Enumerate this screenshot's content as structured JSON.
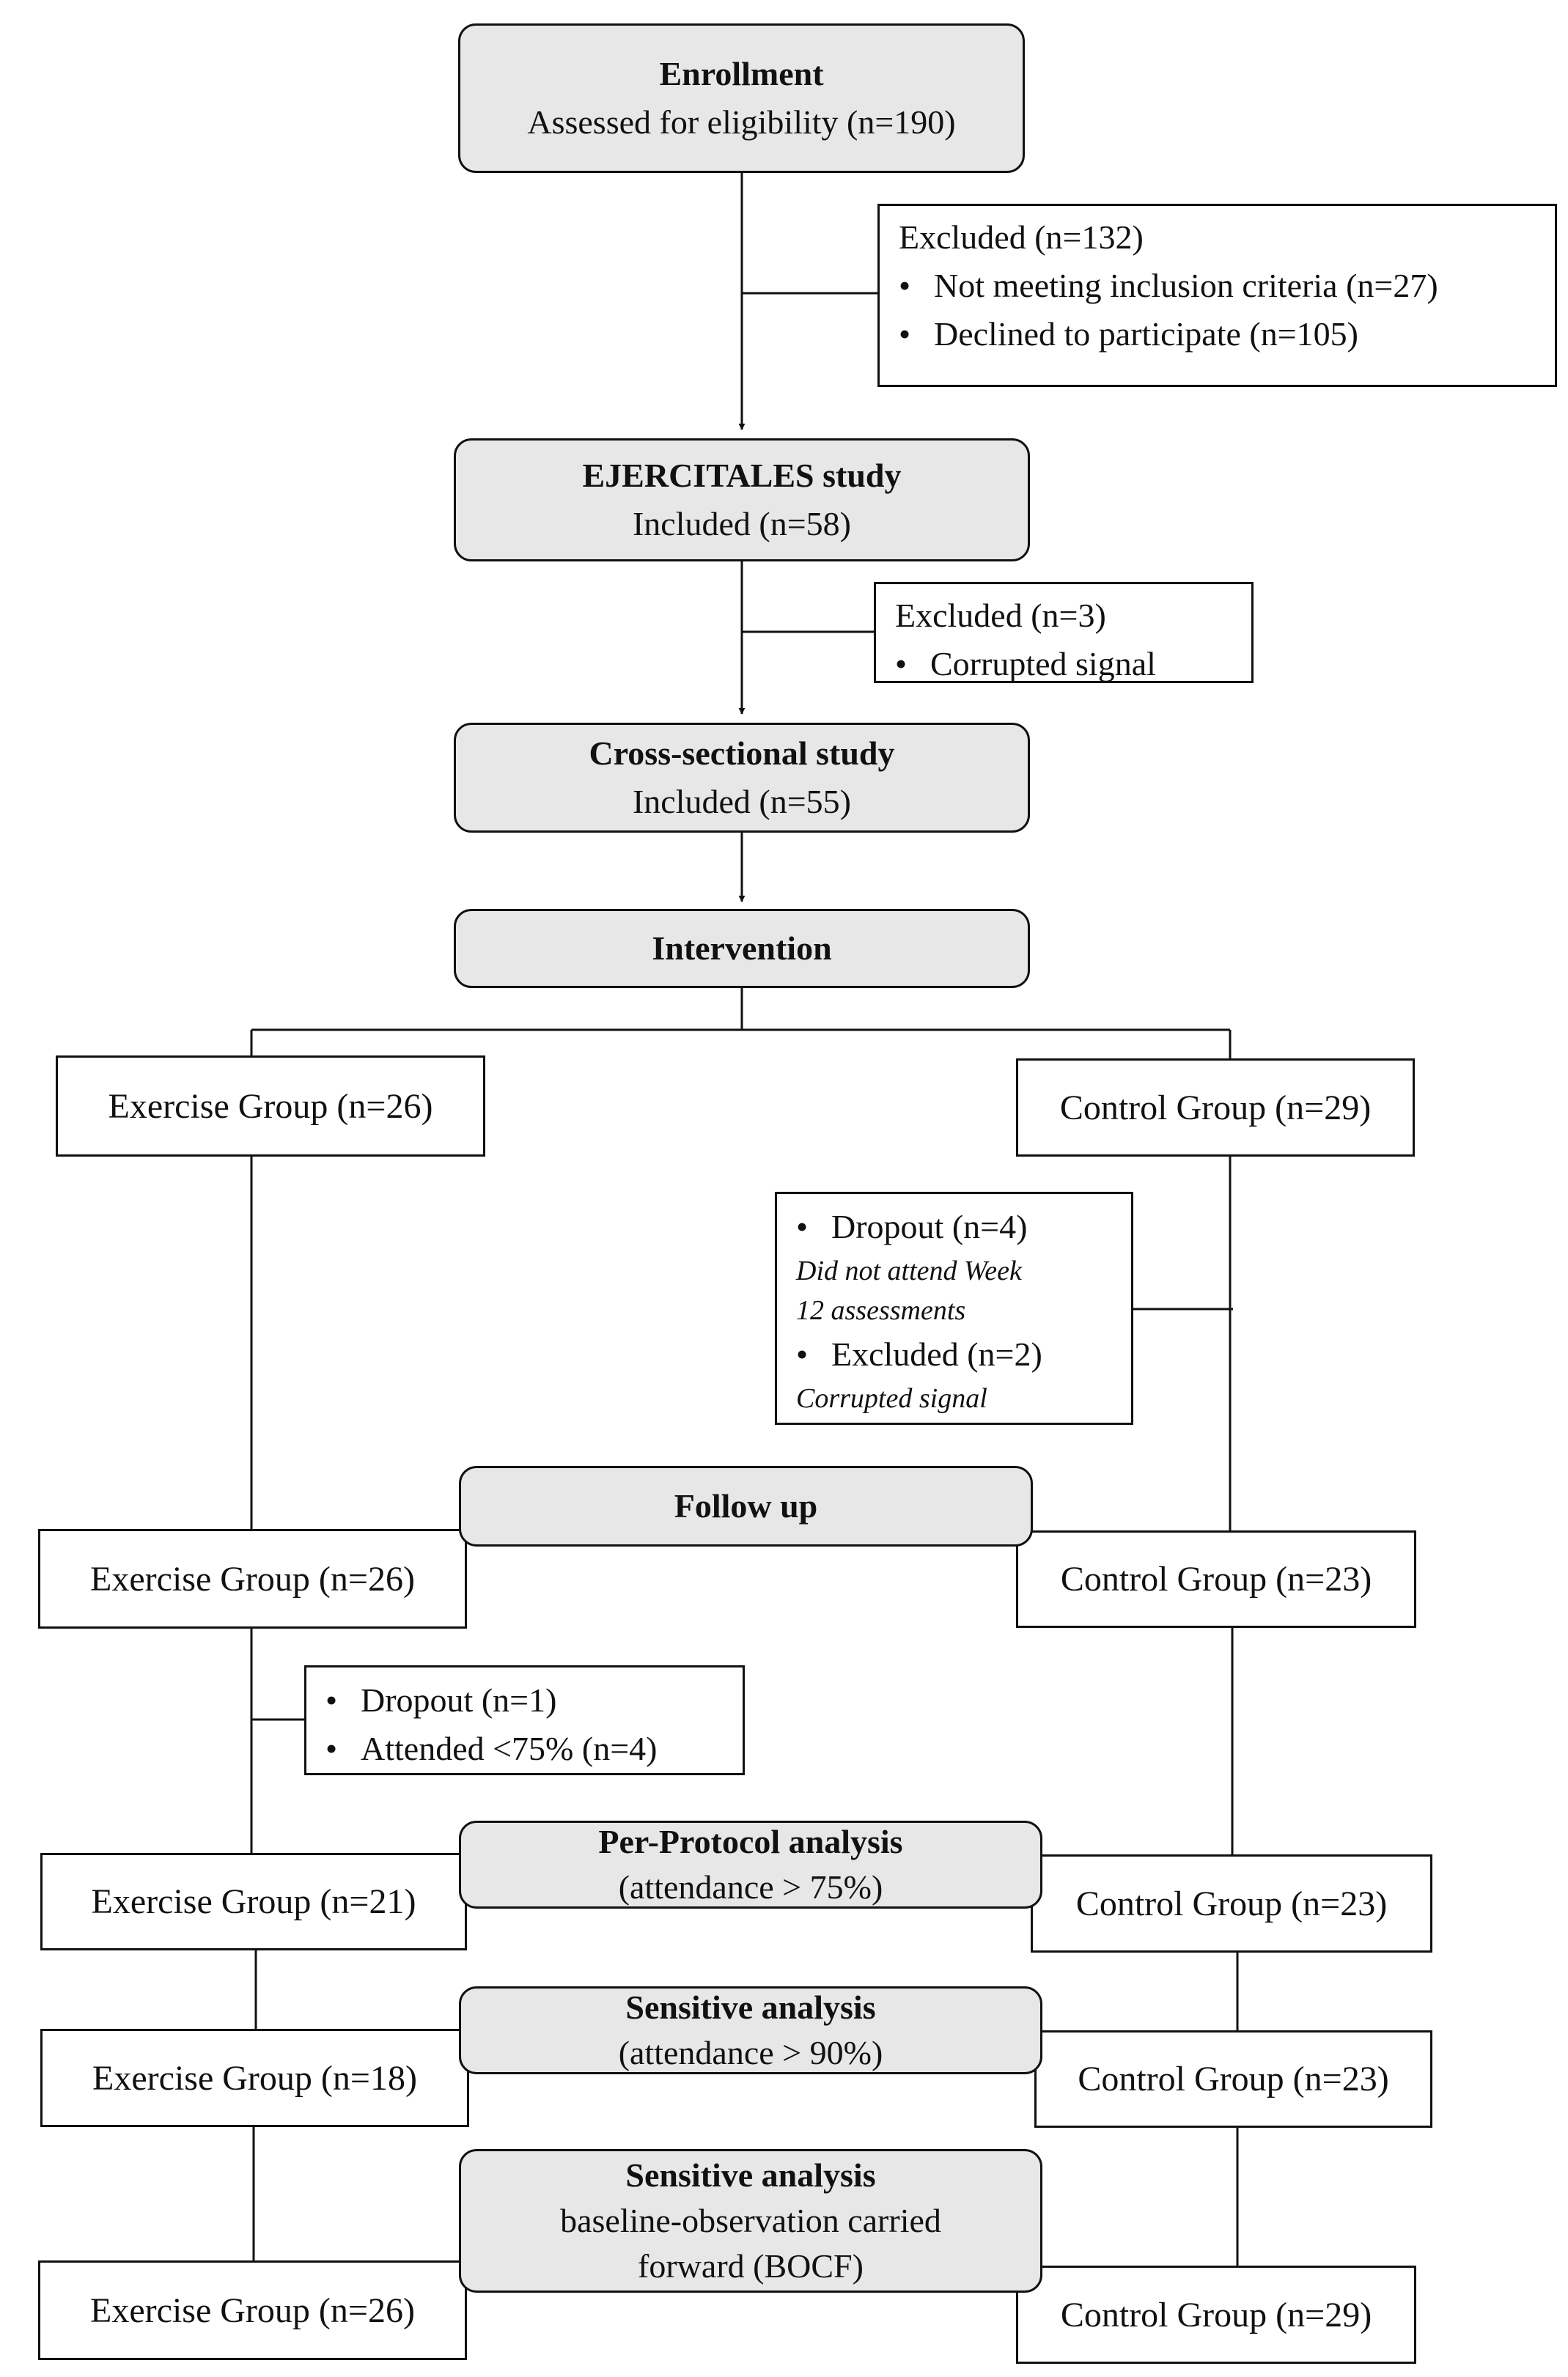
{
  "stages": {
    "enrollment": {
      "title": "Enrollment",
      "subtitle": "Assessed for eligibility (n=190)"
    },
    "ejercitales": {
      "title": "EJERCITALES study",
      "subtitle": "Included (n=58)"
    },
    "cross_sectional": {
      "title": "Cross-sectional study",
      "subtitle": "Included (n=55)"
    },
    "intervention": {
      "title": "Intervention"
    },
    "follow_up": {
      "title": "Follow up"
    },
    "per_protocol": {
      "title": "Per-Protocol analysis",
      "subtitle": "(attendance > 75%)"
    },
    "sensitive_90": {
      "title": "Sensitive analysis",
      "subtitle": "(attendance > 90%)"
    },
    "sensitive_bocf": {
      "title": "Sensitive analysis",
      "line1": "baseline-observation carried",
      "line2": "forward (BOCF)"
    }
  },
  "exclusions": {
    "enrollment": {
      "title": "Excluded (n=132)",
      "items": [
        "Not meeting inclusion criteria (n=27)",
        "Declined to participate (n=105)"
      ]
    },
    "ejercitales": {
      "title": "Excluded (n=3)",
      "items": [
        "Corrupted signal"
      ]
    },
    "control_followup": {
      "dropout": "Dropout (n=4)",
      "dropout_note_1": "Did not attend Week",
      "dropout_note_2": "12 assessments",
      "excluded": "Excluded (n=2)",
      "excluded_note": "Corrupted signal"
    },
    "exercise_per_protocol": {
      "items": [
        "Dropout (n=1)",
        "Attended <75% (n=4)"
      ]
    }
  },
  "groups": {
    "intervention": {
      "exercise": "Exercise Group (n=26)",
      "control": "Control Group (n=29)"
    },
    "follow_up": {
      "exercise": "Exercise Group (n=26)",
      "control": "Control Group (n=23)"
    },
    "per_protocol": {
      "exercise": "Exercise Group (n=21)",
      "control": "Control Group (n=23)"
    },
    "sensitive_90": {
      "exercise": "Exercise Group (n=18)",
      "control": "Control Group (n=23)"
    },
    "sensitive_bocf": {
      "exercise": "Exercise Group (n=26)",
      "control": "Control Group (n=29)"
    }
  },
  "colors": {
    "stage_fill": "#e7e7e7",
    "line": "#111111",
    "background": "#ffffff"
  }
}
